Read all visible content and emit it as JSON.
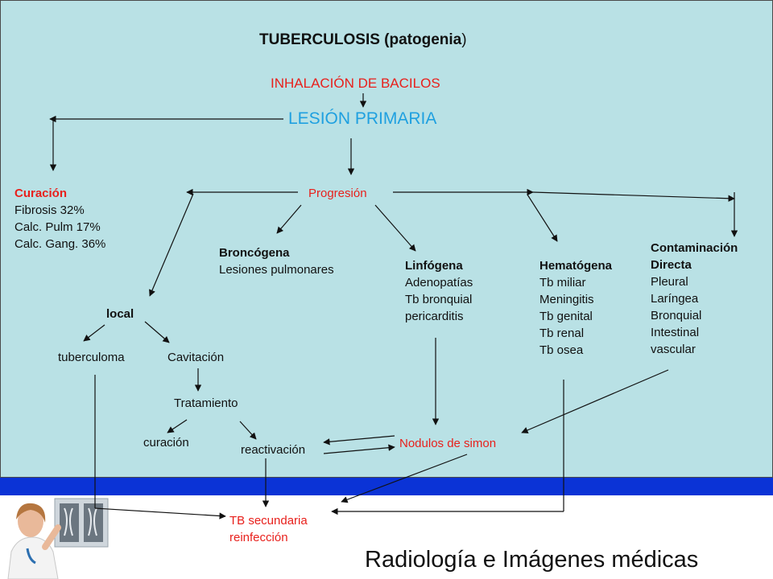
{
  "title": {
    "main": "TUBERCULOSIS (patogenia",
    "close": ")"
  },
  "inhalacion": "INHALACIÓN DE BACILOS",
  "lesion_primaria": "LESIÓN PRIMARIA",
  "curacion": {
    "title": "Curación",
    "lines": [
      "Fibrosis 32%",
      "Calc. Pulm 17%",
      "Calc. Gang. 36%"
    ]
  },
  "progresion": "Progresión",
  "broncogena": {
    "title": "Broncógena",
    "lines": [
      "Lesiones pulmonares"
    ]
  },
  "linfogena": {
    "title": "Linfógena",
    "lines": [
      "Adenopatías",
      "Tb bronquial",
      "pericarditis"
    ]
  },
  "hematogena": {
    "title": "Hematógena",
    "lines": [
      "Tb miliar",
      "Meningitis",
      "Tb genital",
      "Tb renal",
      "Tb osea"
    ]
  },
  "contaminacion": {
    "title_lines": [
      "Contaminación",
      "Directa"
    ],
    "lines": [
      "Pleural",
      "Laríngea",
      "Bronquial",
      "Intestinal",
      "vascular"
    ]
  },
  "local": "local",
  "tuberculoma": "tuberculoma",
  "cavitacion": "Cavitación",
  "tratamiento": "Tratamiento",
  "curacion_lower": "curación",
  "reactivacion": "reactivación",
  "nodulos": "Nodulos de simon",
  "tb_secundaria": [
    "TB secundaria",
    "reinfección"
  ],
  "footer": "Radiología e Imágenes médicas",
  "colors": {
    "background": "#b9e1e5",
    "band": "#0b33d6",
    "red_text": "#e8201c",
    "cyan_text": "#1fa0e0"
  },
  "icons": [
    "doctor-xray-photo"
  ]
}
